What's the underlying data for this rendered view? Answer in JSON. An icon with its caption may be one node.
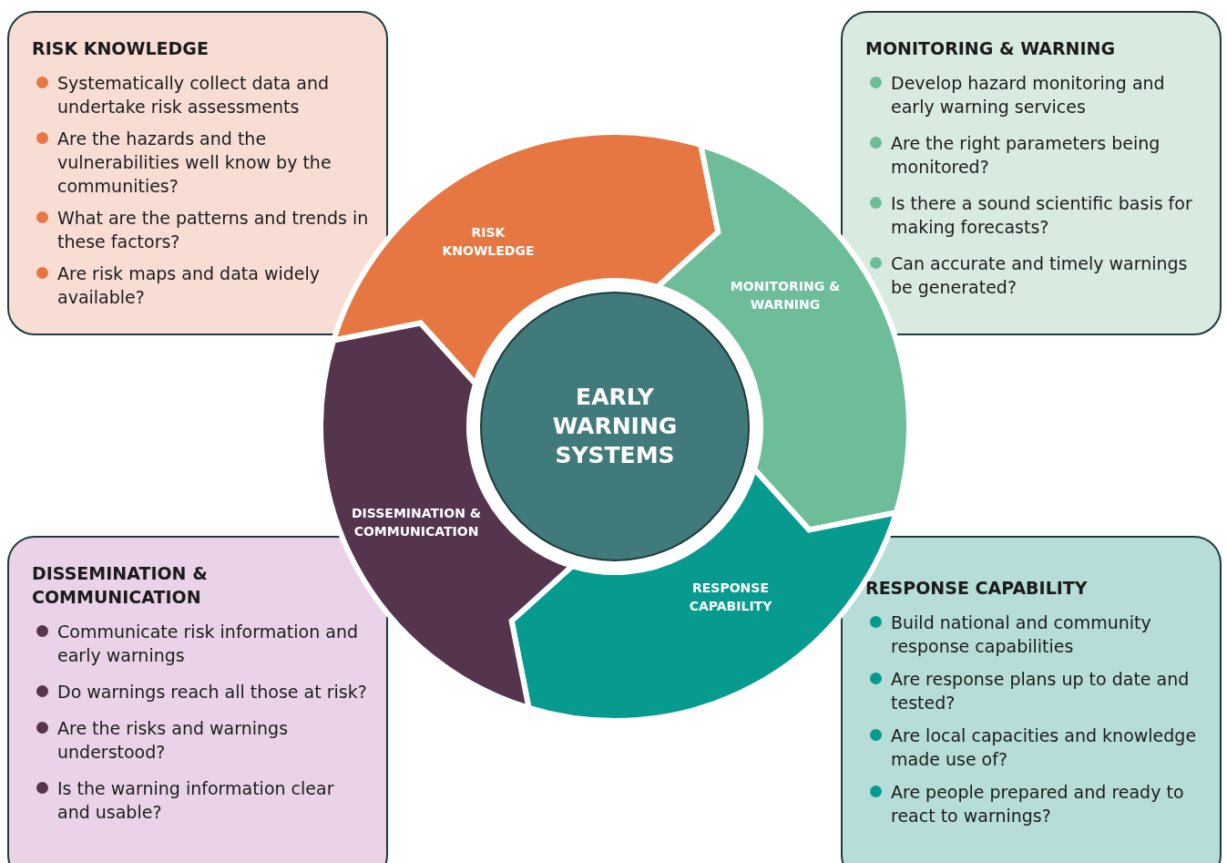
{
  "diagram": {
    "nodes": [
      {
        "text": [
          "RISK KNOWLEDGE",
          "Systematically collect data and undertake risk assessments",
          "Are the hazards and the vulnerabilities well know by the communities?",
          "What are the patterns and trends in these factors?",
          "Are risk maps and data widely available?"
        ]
      },
      {
        "text": [
          "MONITORING & WARNING",
          "Develop hazard monitoring and early warning services",
          "Are the right parameters being monitored?",
          "Is there a sound scientific basis for making forecasts?",
          "Can accurate and timely warnings be generated?"
        ]
      },
      {
        "text": [
          "DISSEMINATION & COMMUNICATION",
          "Communicate risk information and early warnings",
          "Do warnings reach all those at risk?",
          "Are the risks and warnings understood?",
          "Is the warning information clear and usable?"
        ]
      },
      {
        "text": [
          "RESPONSE CAPABILITY",
          "Build national and community response capabilities",
          "Are response plans up to date and tested?",
          "Are local capacities and knowledge made use of?",
          "Are people prepared and ready to react to warnings?"
        ]
      },
      {
        "text": [
          "RISK KNOWLEDGE"
        ]
      },
      {
        "text": [
          "MONITORING & WARNING"
        ]
      },
      {
        "text": [
          "RESPONSE CAPABILITY"
        ]
      },
      {
        "text": [
          "DISSEMINATION & COMMUNICATION"
        ]
      },
      {
        "text": [
          "EARLY WARNING SYSTEMS"
        ]
      }
    ]
  }
}
